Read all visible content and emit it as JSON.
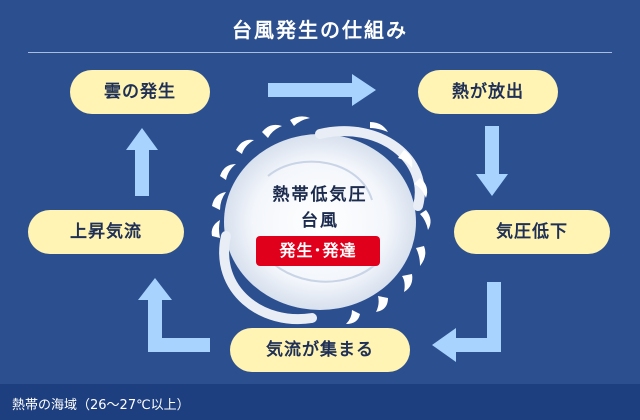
{
  "title": "台風発生の仕組み",
  "cycle": {
    "top_left": "雲の発生",
    "top_right": "熱が放出",
    "middle_right": "気圧低下",
    "bottom": "気流が集まる",
    "middle_left": "上昇気流"
  },
  "center": {
    "line1": "熱帯低気圧",
    "line2": "台風",
    "badge": "発生･発達"
  },
  "footer": "熱帯の海域（26〜27℃以上）",
  "colors": {
    "background": "#2c4f8f",
    "node_fill": "#fff4b3",
    "arrow": "#a9d3ff",
    "badge": "#e0001b",
    "footer_bar": "#1d3f80"
  },
  "icons": [
    "typhoon-swirl-icon",
    "arrow-right-icon",
    "arrow-down-icon",
    "arrow-left-icon",
    "arrow-up-icon"
  ]
}
